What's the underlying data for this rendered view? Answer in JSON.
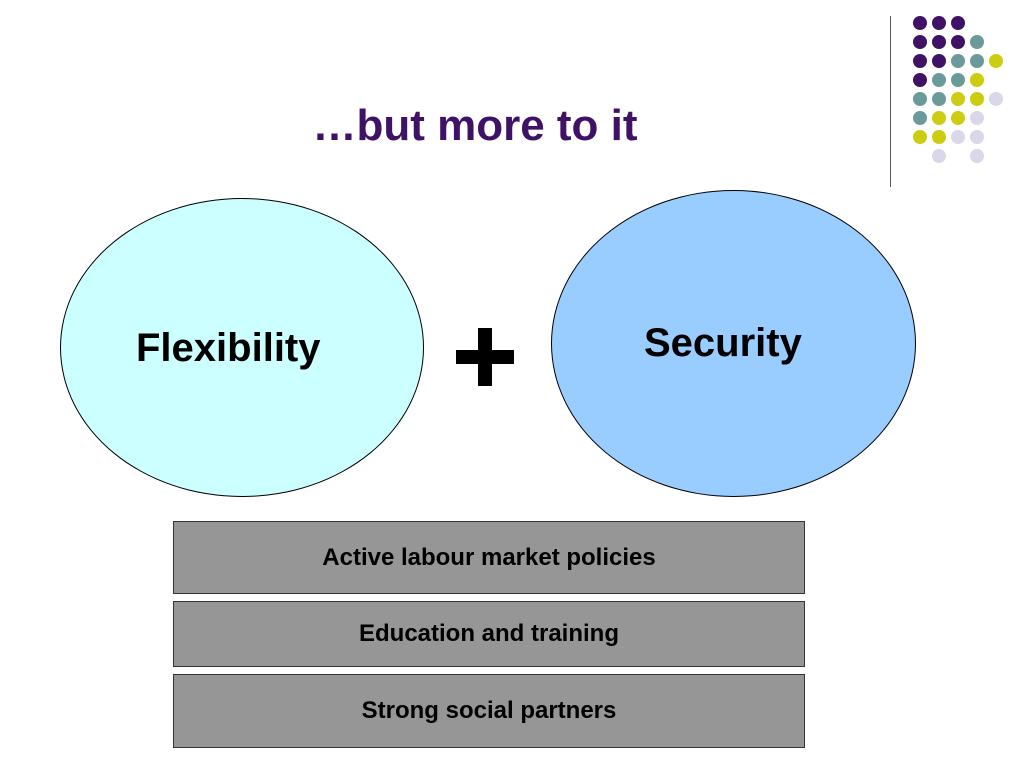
{
  "slide": {
    "title": "…but more to it"
  },
  "diagram": {
    "left_circle": {
      "label": "Flexibility",
      "color": "#ccffff"
    },
    "right_circle": {
      "label": "Security",
      "color": "#99ccff"
    },
    "operator": "+"
  },
  "boxes": [
    {
      "label": "Active labour market policies"
    },
    {
      "label": "Education and training"
    },
    {
      "label": "Strong social partners"
    }
  ],
  "theme": {
    "title_color": "#3f1266",
    "box_color": "#969696",
    "dot_colors": [
      "#3f1266",
      "#6b9a9a",
      "#cccc11",
      "#d8d8e8"
    ]
  }
}
